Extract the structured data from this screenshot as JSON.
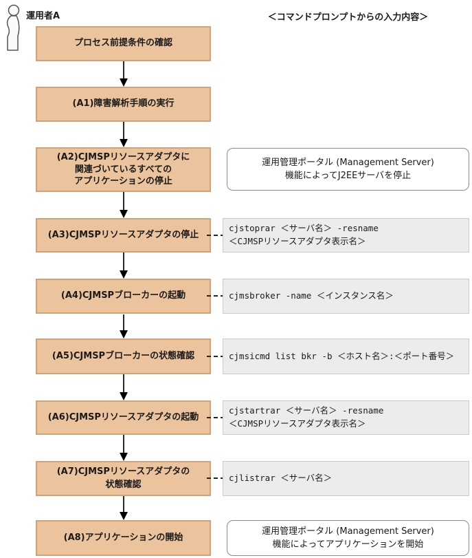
{
  "header": {
    "title": "＜コマンドプロンプトからの入力内容＞"
  },
  "actor": {
    "label": "運用者A",
    "icon": "person-icon"
  },
  "steps": [
    {
      "id": "start",
      "lines": [
        "プロセス前提条件の確認"
      ]
    },
    {
      "id": "A1",
      "lines": [
        "(A1)障害解析手順の実行"
      ]
    },
    {
      "id": "A2",
      "lines": [
        "(A2)CJMSPリソースアダプタに",
        "関連づいているすべての",
        "アプリケーションの停止"
      ]
    },
    {
      "id": "A3",
      "lines": [
        "(A3)CJMSPリソースアダプタの停止"
      ]
    },
    {
      "id": "A4",
      "lines": [
        "(A4)CJMSPブローカーの起動"
      ]
    },
    {
      "id": "A5",
      "lines": [
        "(A5)CJMSPブローカーの状態確認"
      ]
    },
    {
      "id": "A6",
      "lines": [
        "(A6)CJMSPリソースアダプタの起動"
      ]
    },
    {
      "id": "A7",
      "lines": [
        "(A7)CJMSPリソースアダプタの",
        "状態確認"
      ]
    },
    {
      "id": "A8",
      "lines": [
        "(A8)アプリケーションの開始"
      ]
    }
  ],
  "notes": [
    {
      "for": "A2",
      "lines": [
        "運用管理ポータル (Management Server)",
        "機能によってJ2EEサーバを停止"
      ]
    },
    {
      "for": "A8",
      "lines": [
        "運用管理ポータル (Management Server)",
        "機能によってアプリケーションを開始"
      ]
    }
  ],
  "commands": [
    {
      "for": "A3",
      "lines": [
        "cjstoprar ＜サーバ名＞ -resname",
        "＜CJMSPリソースアダプタ表示名＞"
      ]
    },
    {
      "for": "A4",
      "lines": [
        "cjmsbroker -name ＜インスタンス名＞"
      ]
    },
    {
      "for": "A5",
      "lines": [
        "cjmsicmd list bkr -b ＜ホスト名＞:＜ポート番号＞"
      ]
    },
    {
      "for": "A6",
      "lines": [
        "cjstartrar ＜サーバ名＞ -resname",
        "＜CJMSPリソースアダプタ表示名＞"
      ]
    },
    {
      "for": "A7",
      "lines": [
        "cjlistrar ＜サーバ名＞"
      ]
    }
  ],
  "colors": {
    "step_fill": "#EBC49D",
    "step_border": "#CFA377",
    "cmd_fill": "#ECECEC",
    "cmd_border": "#C9C9C9",
    "note_border": "#8A8A8A",
    "arrow": "#000000"
  }
}
